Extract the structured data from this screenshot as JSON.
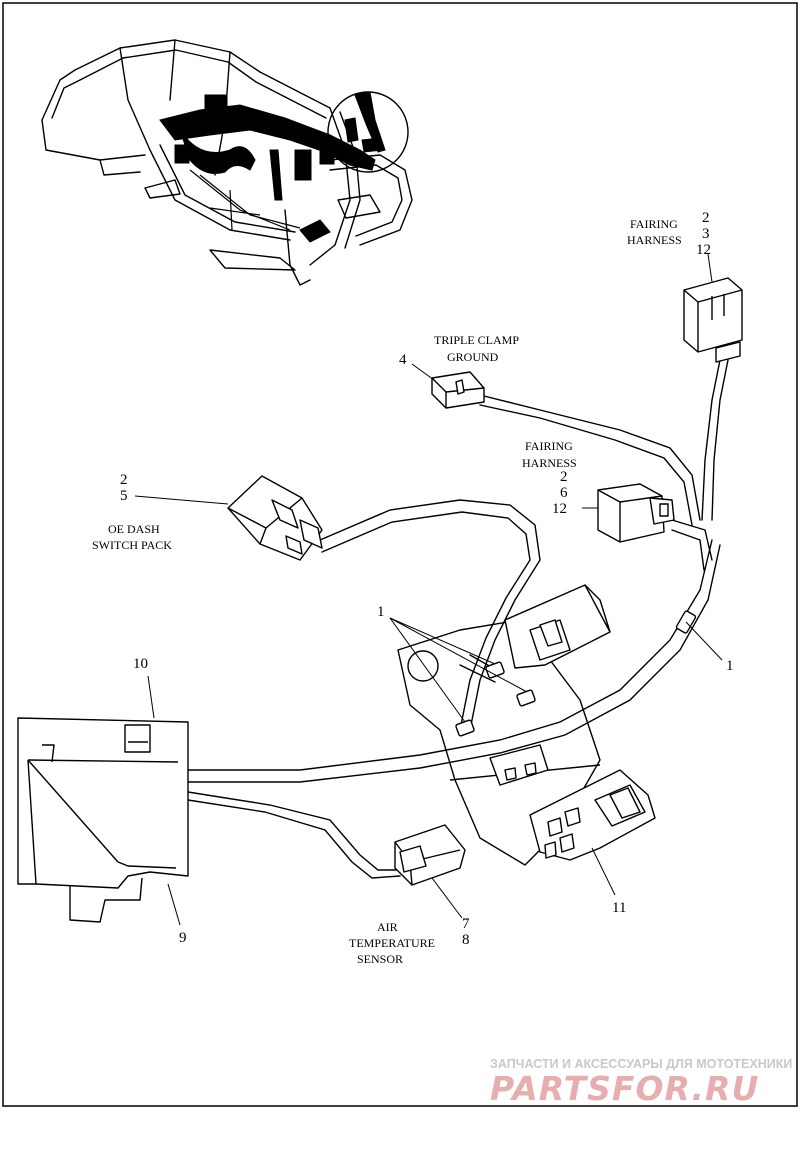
{
  "callouts": {
    "fairing_top": {
      "label": [
        "FAIRING",
        "HARNESS"
      ],
      "refs": [
        "2",
        "3",
        "12"
      ]
    },
    "triple_clamp": {
      "label": [
        "TRIPLE CLAMP",
        "GROUND"
      ],
      "ref": "4"
    },
    "fairing_mid": {
      "label": [
        "FAIRING",
        "HARNESS"
      ],
      "refs": [
        "2",
        "6",
        "12"
      ]
    },
    "oe_dash": {
      "label": [
        "OE DASH",
        "SWITCH PACK"
      ],
      "refs": [
        "2",
        "5"
      ]
    },
    "air_temp": {
      "label": [
        "AIR",
        "TEMPERATURE",
        "SENSOR"
      ],
      "refs": [
        "7",
        "8"
      ]
    },
    "clips_left": "1",
    "clip_right": "1",
    "part_10": "10",
    "part_9": "9",
    "part_11": "11"
  },
  "watermark": {
    "tagline": "ЗАПЧАСТИ И АКСЕССУАРЫ ДЛЯ МОТОТЕХНИКИ",
    "logo_left": "PARTS",
    "logo_right": "FOR.RU",
    "color_red": "#e7aeb0",
    "color_grey": "#c9c9c9"
  }
}
